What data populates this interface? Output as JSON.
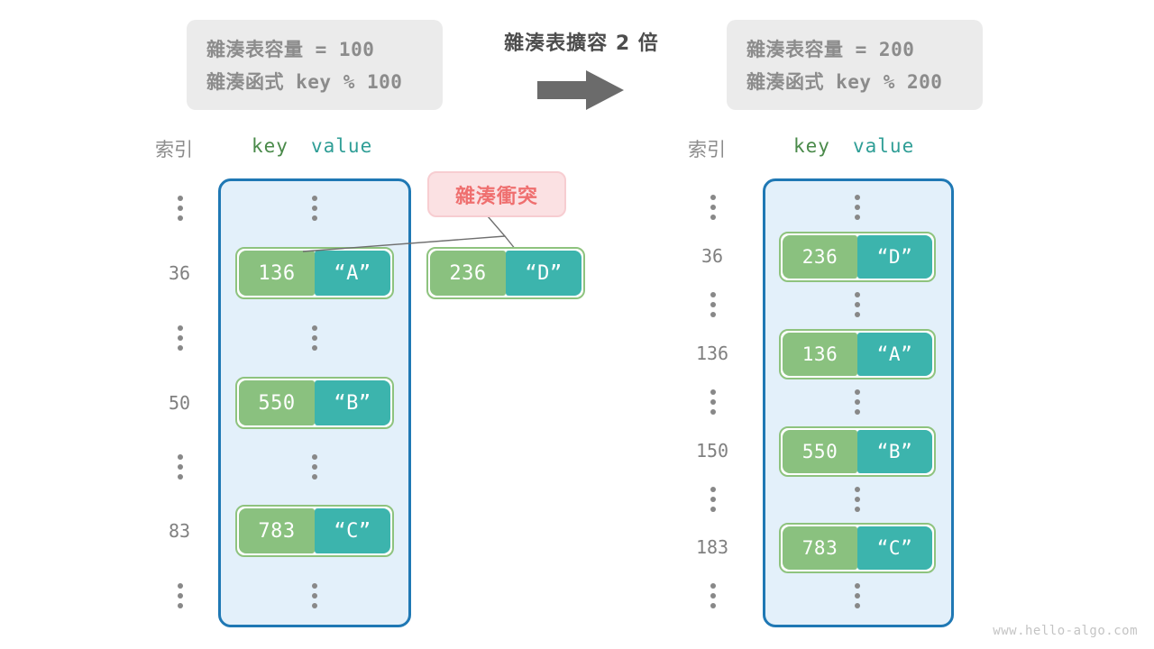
{
  "title": "雜湊表擴容 2 倍",
  "colors": {
    "key_cell": "#8ac17f",
    "value_cell": "#3cb4ad",
    "table_border": "#1f78b4",
    "table_fill": "#e3f0fa",
    "badge_bg": "#fbe1e3",
    "badge_text": "#ef6f6f",
    "info_bg": "#ebebeb",
    "muted_text": "#8c8c8c"
  },
  "left_panel": {
    "info": {
      "line1": "雜湊表容量 = 100",
      "line2": "雜湊函式 key % 100"
    },
    "header": {
      "index_label": "索引",
      "key_label": "key",
      "value_label": "value"
    },
    "rows": [
      {
        "type": "ellipsis",
        "index": "⋮"
      },
      {
        "type": "entry",
        "index": "36",
        "key": "136",
        "value": "“A”"
      },
      {
        "type": "ellipsis",
        "index": "⋮"
      },
      {
        "type": "entry",
        "index": "50",
        "key": "550",
        "value": "“B”"
      },
      {
        "type": "ellipsis",
        "index": "⋮"
      },
      {
        "type": "entry",
        "index": "83",
        "key": "783",
        "value": "“C”"
      },
      {
        "type": "ellipsis",
        "index": "⋮"
      }
    ],
    "collision": {
      "badge_label": "雜湊衝突",
      "entry": {
        "key": "236",
        "value": "“D”"
      }
    }
  },
  "right_panel": {
    "info": {
      "line1": "雜湊表容量 = 200",
      "line2": "雜湊函式 key % 200"
    },
    "header": {
      "index_label": "索引",
      "key_label": "key",
      "value_label": "value"
    },
    "rows": [
      {
        "type": "ellipsis",
        "index": "⋮"
      },
      {
        "type": "entry",
        "index": "36",
        "key": "236",
        "value": "“D”"
      },
      {
        "type": "ellipsis",
        "index": "⋮"
      },
      {
        "type": "entry",
        "index": "136",
        "key": "136",
        "value": "“A”"
      },
      {
        "type": "ellipsis",
        "index": "⋮"
      },
      {
        "type": "entry",
        "index": "150",
        "key": "550",
        "value": "“B”"
      },
      {
        "type": "ellipsis",
        "index": "⋮"
      },
      {
        "type": "entry",
        "index": "183",
        "key": "783",
        "value": "“C”"
      },
      {
        "type": "ellipsis",
        "index": "⋮"
      }
    ]
  },
  "watermark": "www.hello-algo.com"
}
